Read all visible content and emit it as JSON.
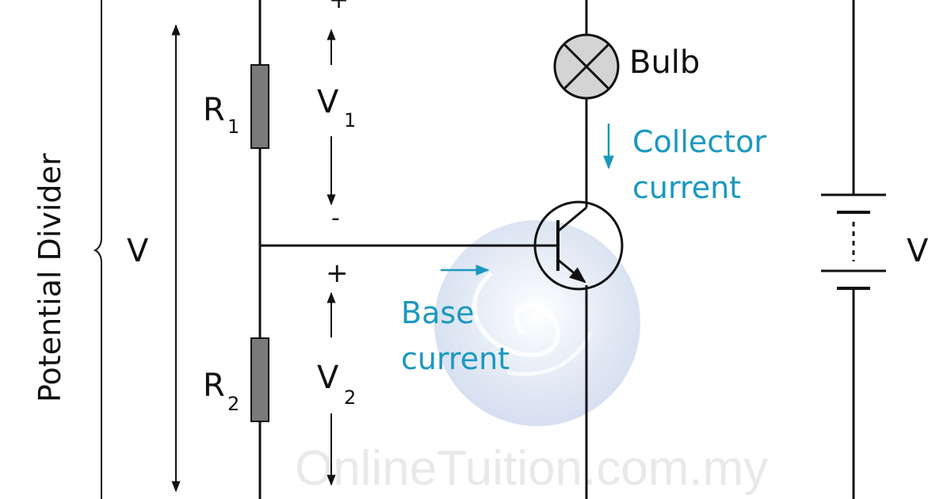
{
  "diagram": {
    "side_label": "Potential Divider",
    "v_total": "V",
    "r1": {
      "letter": "R",
      "sub": "1"
    },
    "r2": {
      "letter": "R",
      "sub": "2"
    },
    "v1": {
      "letter": "V",
      "sub": "1"
    },
    "v2": {
      "letter": "V",
      "sub": "2"
    },
    "plus_top": "+",
    "minus_mid": "-",
    "plus_mid": "+",
    "bulb_label": "Bulb",
    "collector_line1": "Collector",
    "collector_line2": "current",
    "base_line1": "Base",
    "base_line2": "current",
    "battery_label": "V",
    "watermark": "OnlineTuition.com.my"
  },
  "colors": {
    "wire": "#111111",
    "accent": "#1b98bf",
    "resistor": "#7a7a7a",
    "bulb_fill": "#d4d4d4"
  }
}
